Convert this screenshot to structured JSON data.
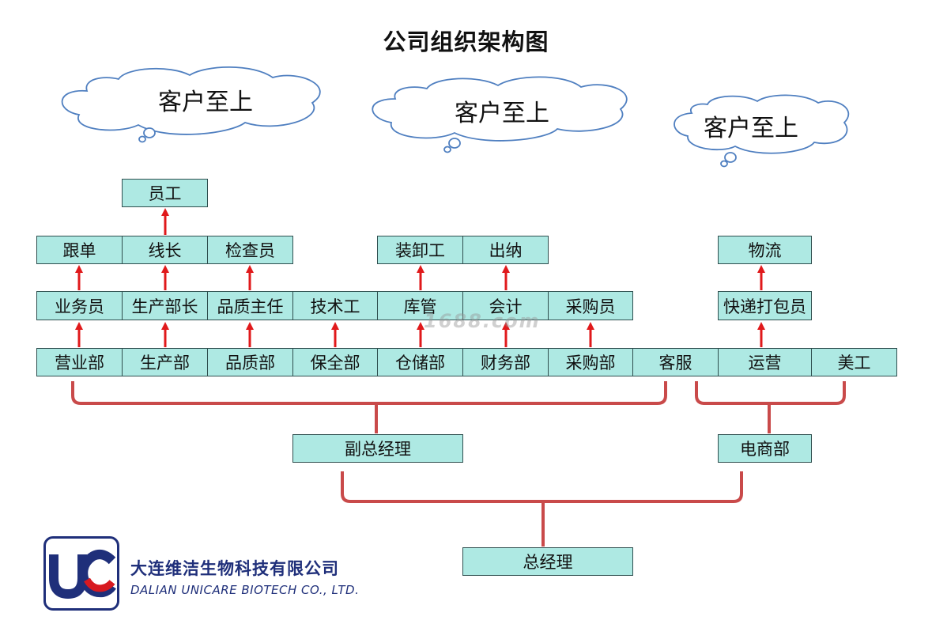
{
  "title": "公司组织架构图",
  "clouds": [
    "客户至上",
    "客户至上",
    "客户至上"
  ],
  "nodes": {
    "general_manager": "总经理",
    "deputy_general_manager": "副总经理",
    "ecommerce": "电商部",
    "departments": [
      "营业部",
      "生产部",
      "品质部",
      "保全部",
      "仓储部",
      "财务部",
      "采购部",
      "客服",
      "运营",
      "美工"
    ],
    "row2": {
      "sales_rep": "业务员",
      "production_head": "生产部长",
      "qc_supervisor": "品质主任",
      "technician": "技术工",
      "warehouse_keeper": "库管",
      "accountant": "会计",
      "purchaser": "采购员",
      "packer": "快递打包员"
    },
    "row3": {
      "order_follower": "跟单",
      "line_leader": "线长",
      "inspector": "检查员",
      "loader": "装卸工",
      "cashier": "出纳",
      "logistics": "物流"
    },
    "staff": "员工"
  },
  "watermark": "1688.com",
  "company": {
    "name_cn": "大连维洁生物科技有限公司",
    "name_en": "DALIAN UNICARE BIOTECH CO., LTD.",
    "logo_letters": "UC"
  },
  "colors": {
    "box_fill": "#aee9e3",
    "box_border": "#2e4e4e",
    "connector": "#c94a4a",
    "arrow": "#e0191b",
    "cloud_stroke": "#4f7fc0",
    "logo_blue": "#1f2f7a",
    "logo_red": "#d71920"
  }
}
